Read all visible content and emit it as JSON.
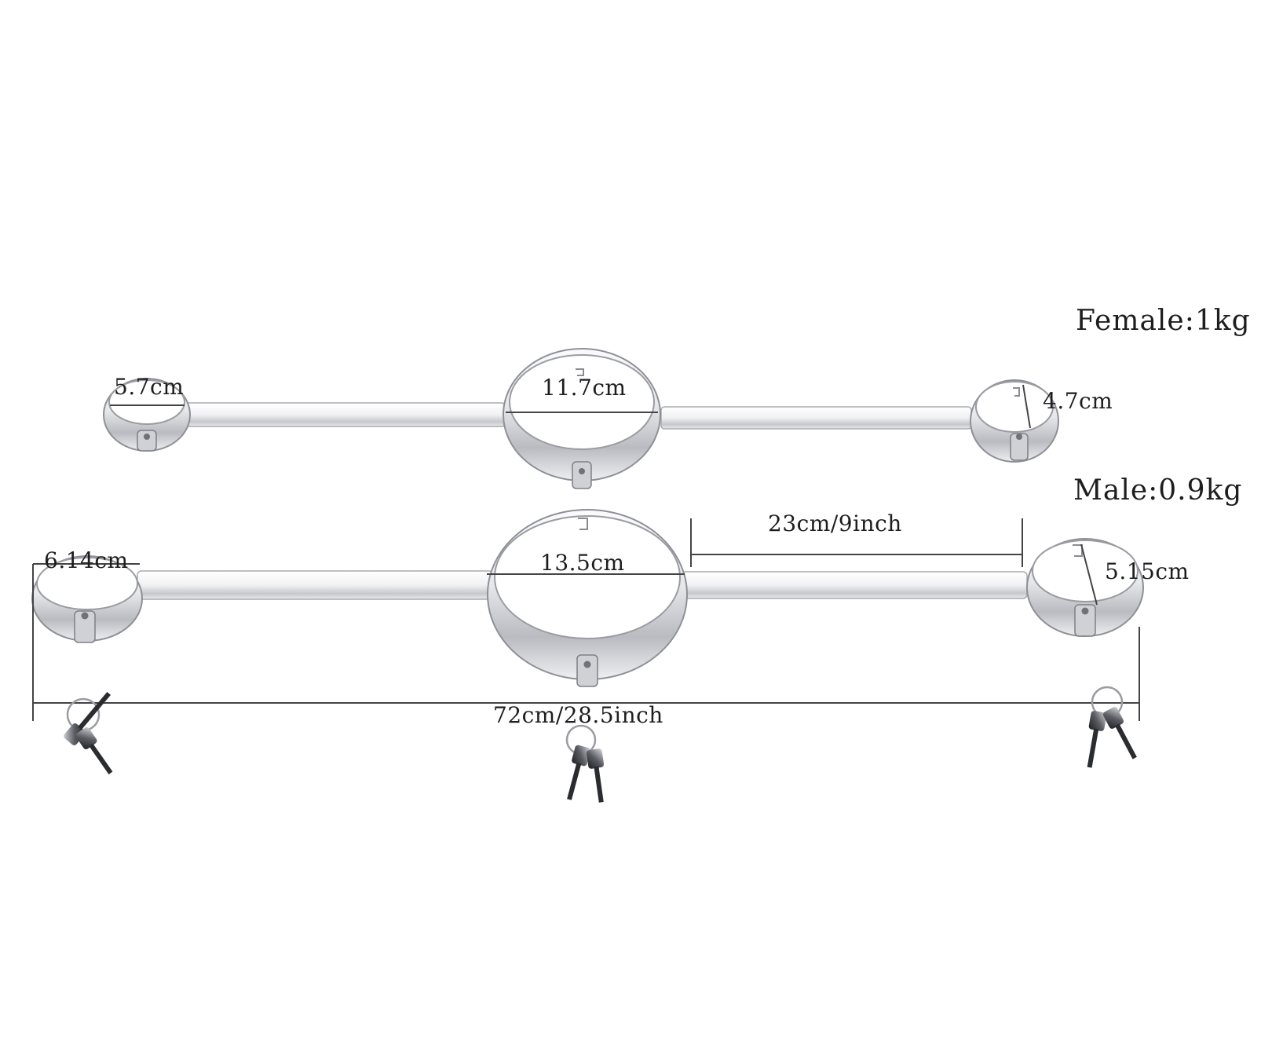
{
  "weights": {
    "female": "Female:1kg",
    "male": "Male:0.9kg"
  },
  "female_set": {
    "left_cuff": "5.7cm",
    "collar": "11.7cm",
    "right_cuff": "4.7cm"
  },
  "male_set": {
    "left_cuff": "6.14cm",
    "collar": "13.5cm",
    "bar_length": "23cm/9inch",
    "right_cuff": "5.15cm",
    "total_length": "72cm/28.5inch"
  },
  "colors": {
    "metal_light": "#f4f4f6",
    "metal_mid": "#c9cbd0",
    "metal_dark": "#8e9097",
    "line": "#444444"
  }
}
